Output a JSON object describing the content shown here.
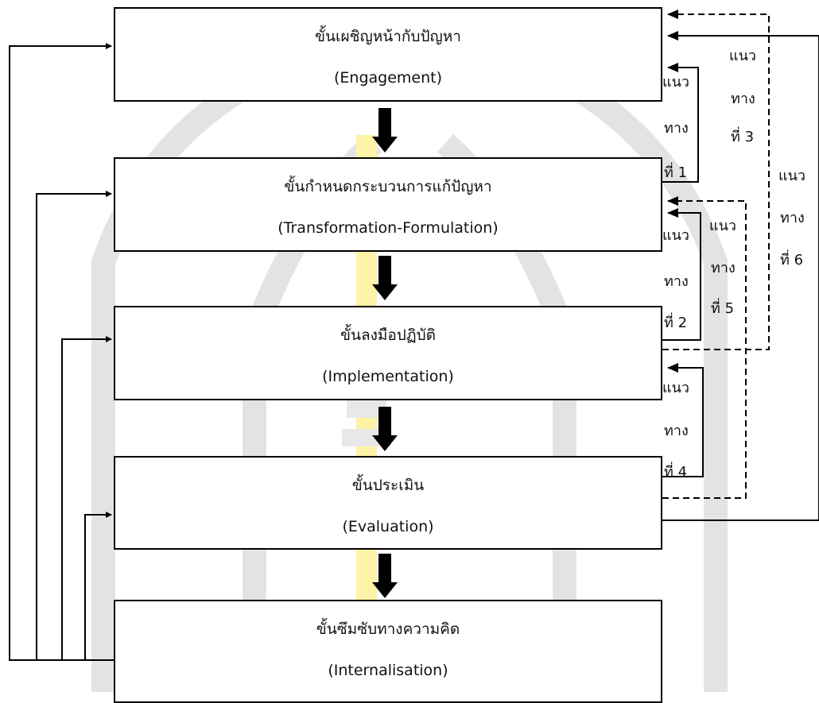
{
  "stages": [
    {
      "thai": "ขั้นเผชิญหน้ากับปัญหา",
      "english": "(Engagement)"
    },
    {
      "thai": "ขั้นกำหนดกระบวนการแก้ปัญหา",
      "english": "(Transformation-Formulation)"
    },
    {
      "thai": "ขั้นลงมือปฏิบัติ",
      "english": "(Implementation)"
    },
    {
      "thai": "ขั้นประเมิน",
      "english": "(Evaluation)"
    },
    {
      "thai": "ขั้นซึมซับทางความคิด",
      "english": "(Internalisation)"
    }
  ],
  "paths": {
    "p1": [
      "แนว",
      "ทาง",
      "ที่ 1"
    ],
    "p2": [
      "แนว",
      "ทาง",
      "ที่ 2"
    ],
    "p3": [
      "แนว",
      "ทาง",
      "ที่ 3"
    ],
    "p4": [
      "แนว",
      "ทาง",
      "ที่ 4"
    ],
    "p5": [
      "แนว",
      "ทาง",
      "ที่ 5"
    ],
    "p6": [
      "แนว",
      "ทาง",
      "ที่ 6"
    ]
  },
  "colors": {
    "line": "#000000",
    "watermark": "#e3e3e3",
    "watermark_accent": "#fff3a8"
  }
}
